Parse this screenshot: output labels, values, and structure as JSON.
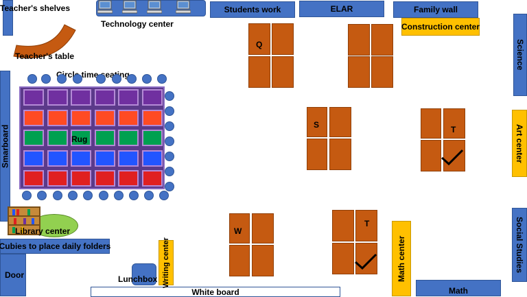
{
  "labels": {
    "teachers_shelves": "Teacher's shelves",
    "technology_center": "Technology center",
    "students_work": "Students work",
    "elar": "ELAR",
    "family_wall": "Family wall",
    "construction_center": "Construction center",
    "science": "Science",
    "art_center": "Art center",
    "social_studies": "Social Studies",
    "math": "Math",
    "math_center": "Math center",
    "white_board": "White board",
    "writing_center": "Writing center",
    "lunchbox": "Lunchbox",
    "door": "Door",
    "cubies": "Cubies to place daily folders",
    "library_center": "Library center",
    "smarboard": "Smarboard",
    "teachers_table": "Teacher's table",
    "circle_time_seating": "Circle time seating",
    "rug": "Rug"
  },
  "table_groups": {
    "q": "Q",
    "s": "S",
    "t1": "T",
    "t2": "T",
    "w": "W"
  },
  "rug_row_colors": [
    "#7030a0",
    "#ff4b23",
    "#00a050",
    "#2255ff",
    "#e02020"
  ],
  "colors": {
    "wall_blue": "#4472c4",
    "center_gold": "#ffc000",
    "desk_orange": "#c55a11",
    "library_green": "#92d050"
  }
}
